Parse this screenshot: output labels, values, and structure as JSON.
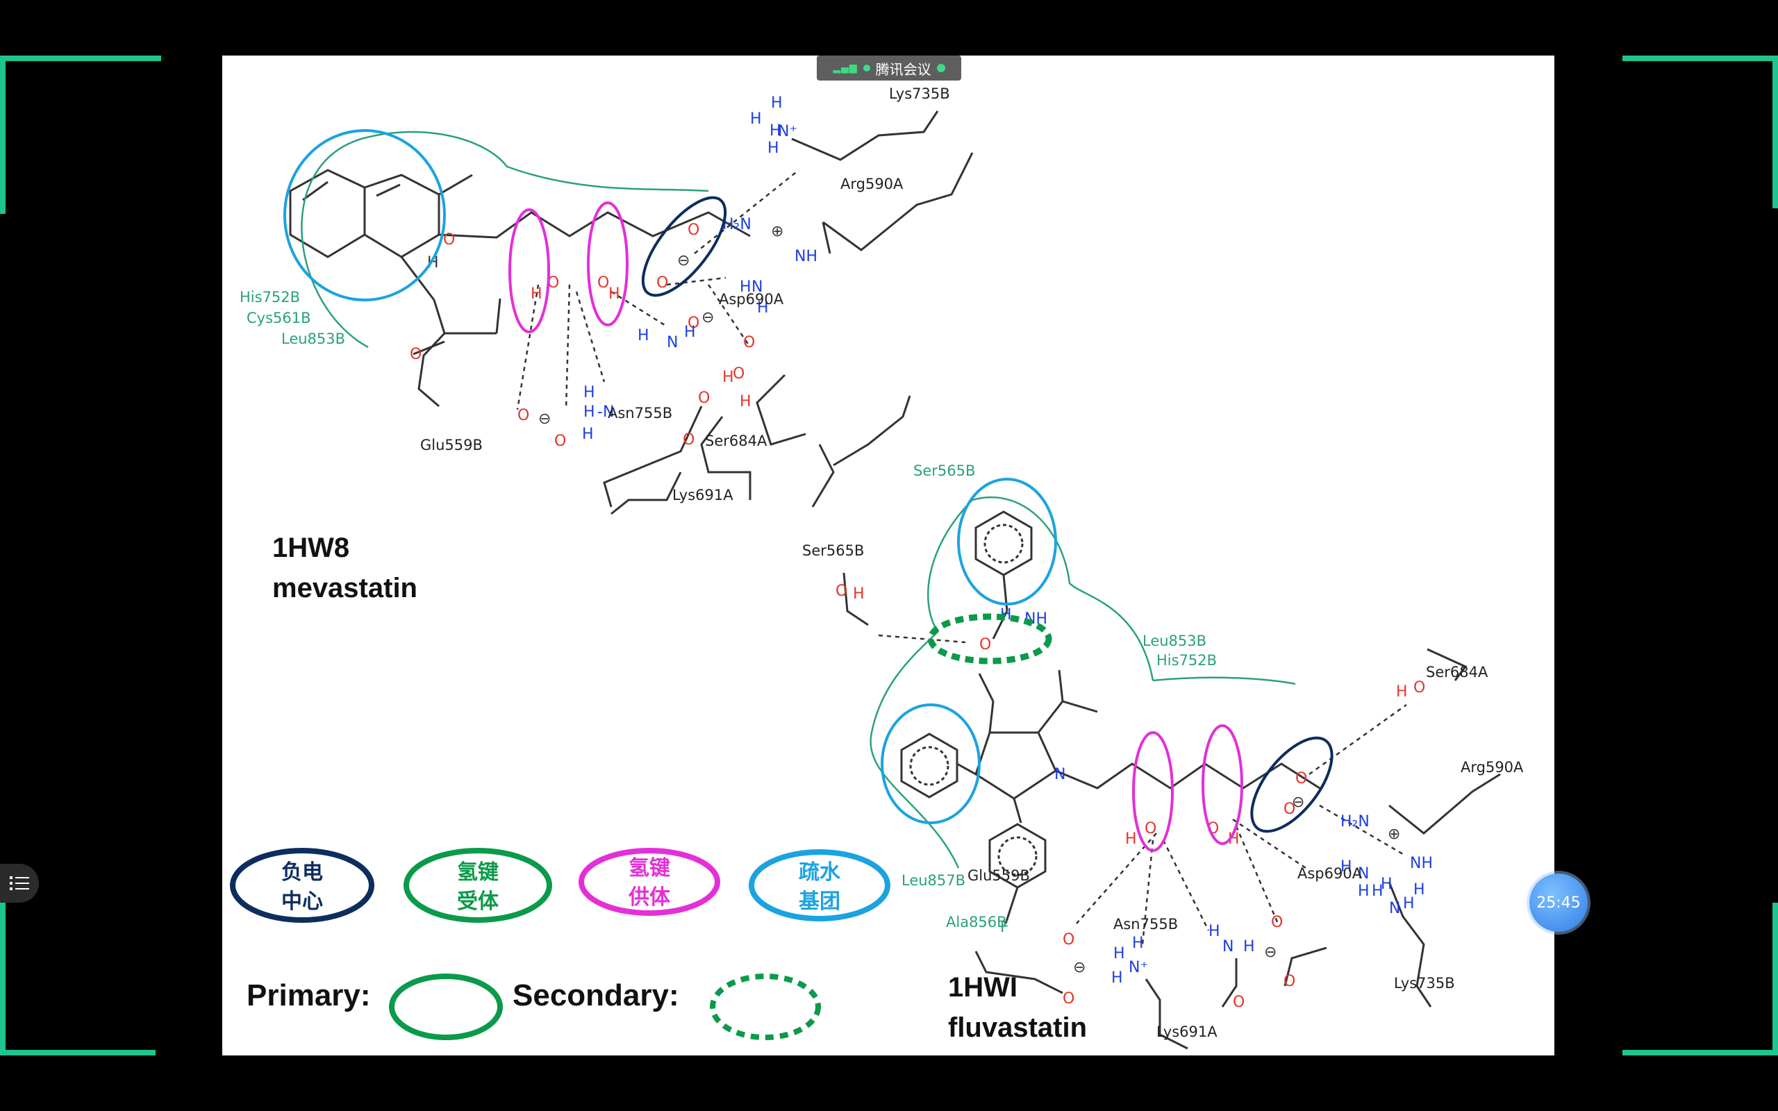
{
  "meeting": {
    "app_name": "腾讯会议",
    "signal_icon": "signal-bars-icon",
    "pin_icon": "pin-icon"
  },
  "timer": {
    "elapsed": "25:45"
  },
  "colors": {
    "frame_accent": "#1fc590",
    "negative_center": "#0d2d5e",
    "hbond_acceptor": "#0a9a4a",
    "hbond_donor": "#e42fd8",
    "hydrophobic": "#1ba3e0",
    "residue_green": "#2aa17a",
    "heteroatom_blue": "#1c3fe0",
    "oxygen_red": "#e5352a"
  },
  "mevastatin": {
    "code": "1HW8",
    "name": "mevastatin",
    "residues": {
      "lys735b": "Lys735B",
      "arg590a": "Arg590A",
      "asp690a": "Asp690A",
      "asn755b": "Asn755B",
      "ser684a": "Ser684A",
      "glu559b": "Glu559B",
      "lys691a": "Lys691A",
      "his752b": "His752B",
      "cys561b": "Cys561B",
      "leu853b": "Leu853B"
    }
  },
  "fluvastatin": {
    "code": "1HWI",
    "name": "fluvastatin",
    "residues": {
      "ser565b_top": "Ser565B",
      "ser565b": "Ser565B",
      "leu853b": "Leu853B",
      "his752b": "His752B",
      "ser684a": "Ser684A",
      "arg590a": "Arg590A",
      "asp690a": "Asp690A",
      "glu559b": "Glu559B",
      "leu857b": "Leu857B",
      "ala856b": "Ala856B",
      "asn755b": "Asn755B",
      "lys735b": "Lys735B",
      "lys691a": "Lys691A"
    }
  },
  "legend": {
    "negative_center": {
      "line1": "负电",
      "line2": "中心"
    },
    "hbond_acceptor": {
      "line1": "氢键",
      "line2": "受体"
    },
    "hbond_donor": {
      "line1": "氢键",
      "line2": "供体"
    },
    "hydrophobic": {
      "line1": "疏水",
      "line2": "基团"
    },
    "primary_label": "Primary:",
    "secondary_label": "Secondary:"
  }
}
